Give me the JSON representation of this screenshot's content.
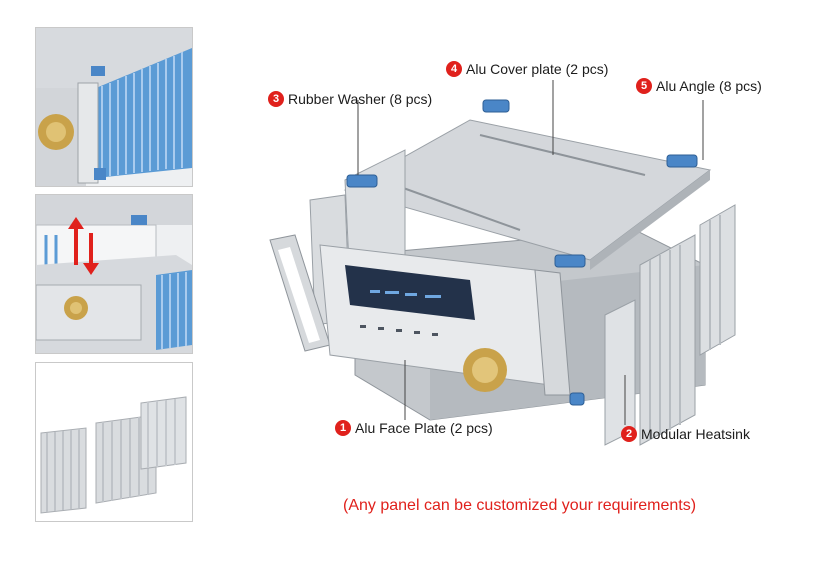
{
  "callouts": [
    {
      "number": "1",
      "text": "Alu Face Plate (2 pcs)"
    },
    {
      "number": "2",
      "text": "Modular Heatsink"
    },
    {
      "number": "3",
      "text": "Rubber Washer (8 pcs)"
    },
    {
      "number": "4",
      "text": "Alu Cover plate (2 pcs)"
    },
    {
      "number": "5",
      "text": "Alu Angle (8 pcs)"
    }
  ],
  "note": "(Any panel can be customized your requirements)",
  "colors": {
    "badge": "#e0211c",
    "note": "#e0211c",
    "heatsink_blue": "#5b9bd5",
    "aluminum": "#c9ccd0",
    "knob_gold": "#c9a24a"
  }
}
